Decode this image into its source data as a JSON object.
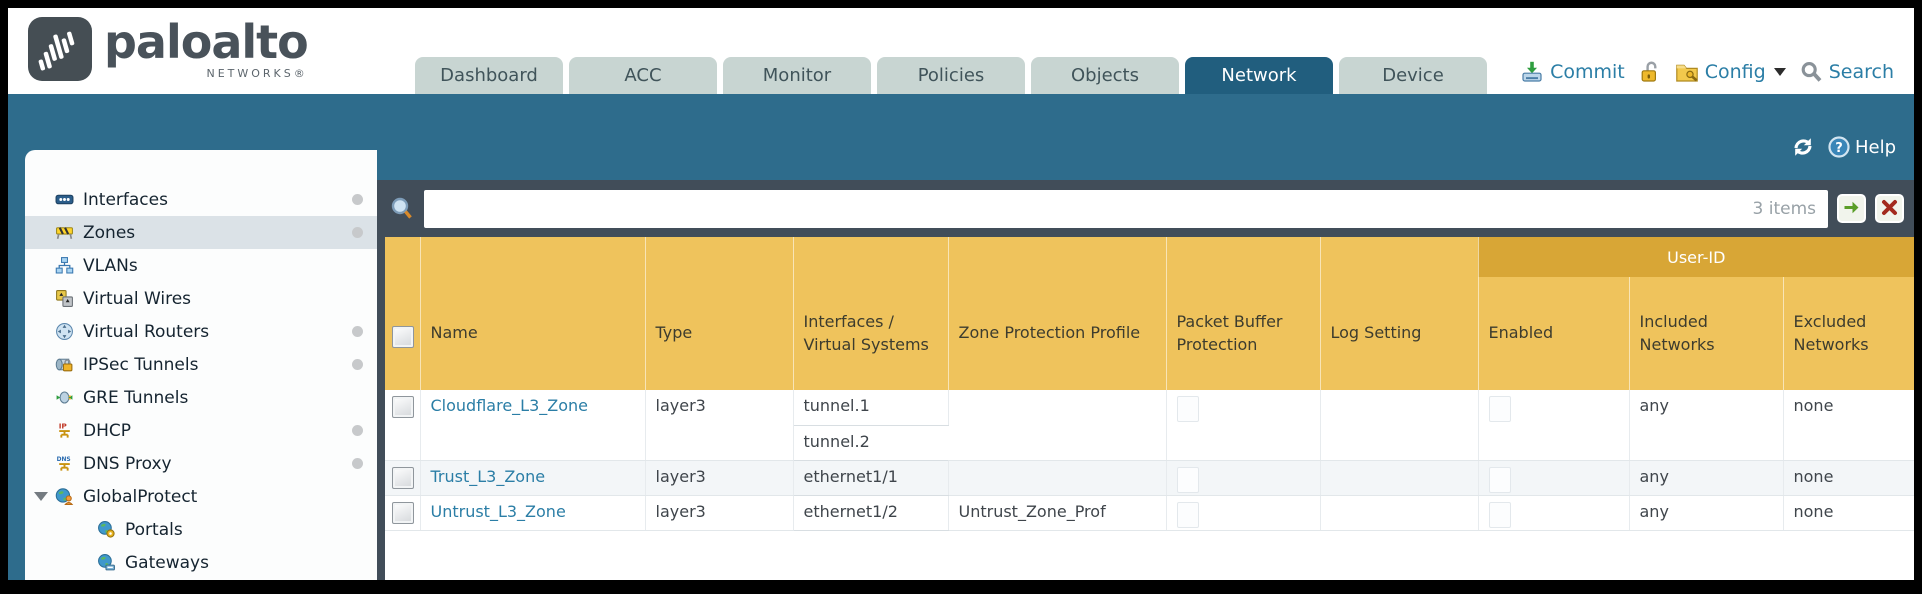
{
  "colors": {
    "teal": "#2e6c8c",
    "slate": "#414d59",
    "gold": "#efc35c",
    "gold-dark": "#d8a636",
    "tab-inactive": "#c8d5d2",
    "tab-active": "#215e7e",
    "link": "#2b7ea6",
    "selected-item": "#dbe2e7"
  },
  "brand": {
    "logo_icon": "paloalto-logo-icon",
    "name": "paloalto",
    "sub": "NETWORKS®"
  },
  "tabs": [
    {
      "label": "Dashboard",
      "active": false
    },
    {
      "label": "ACC",
      "active": false
    },
    {
      "label": "Monitor",
      "active": false
    },
    {
      "label": "Policies",
      "active": false
    },
    {
      "label": "Objects",
      "active": false
    },
    {
      "label": "Network",
      "active": true
    },
    {
      "label": "Device",
      "active": false
    }
  ],
  "header_actions": {
    "commit": {
      "icon": "commit-icon",
      "label": "Commit"
    },
    "lock": {
      "icon": "unlocked-padlock-icon"
    },
    "config": {
      "icon": "config-icon",
      "label": "Config",
      "dropdown_icon": "chevron-down-icon"
    },
    "search": {
      "icon": "search-icon",
      "label": "Search"
    }
  },
  "band": {
    "refresh_icon": "refresh-icon",
    "help_icon": "help-icon",
    "help_label": "Help"
  },
  "sidebar": {
    "items": [
      {
        "label": "Interfaces",
        "icon": "interfaces-icon",
        "dot": true,
        "selected": false,
        "indent": 0
      },
      {
        "label": "Zones",
        "icon": "zones-icon",
        "dot": true,
        "selected": true,
        "indent": 0
      },
      {
        "label": "VLANs",
        "icon": "vlans-icon",
        "dot": false,
        "selected": false,
        "indent": 0
      },
      {
        "label": "Virtual Wires",
        "icon": "virtual-wires-icon",
        "dot": false,
        "selected": false,
        "indent": 0
      },
      {
        "label": "Virtual Routers",
        "icon": "virtual-routers-icon",
        "dot": true,
        "selected": false,
        "indent": 0
      },
      {
        "label": "IPSec Tunnels",
        "icon": "ipsec-tunnels-icon",
        "dot": true,
        "selected": false,
        "indent": 0
      },
      {
        "label": "GRE Tunnels",
        "icon": "gre-tunnels-icon",
        "dot": false,
        "selected": false,
        "indent": 0
      },
      {
        "label": "DHCP",
        "icon": "dhcp-icon",
        "dot": true,
        "selected": false,
        "indent": 0
      },
      {
        "label": "DNS Proxy",
        "icon": "dns-proxy-icon",
        "dot": true,
        "selected": false,
        "indent": 0
      },
      {
        "label": "GlobalProtect",
        "icon": "globalprotect-icon",
        "dot": false,
        "selected": false,
        "indent": 0,
        "expanded": true
      },
      {
        "label": "Portals",
        "icon": "portals-icon",
        "dot": false,
        "selected": false,
        "indent": 1
      },
      {
        "label": "Gateways",
        "icon": "gateways-icon",
        "dot": false,
        "selected": false,
        "indent": 1
      }
    ]
  },
  "filter_bar": {
    "icon": "magnifier-icon",
    "value": "",
    "placeholder": "",
    "count": "3 items",
    "apply_icon": "apply-filter-arrow-icon",
    "clear_icon": "clear-filter-icon"
  },
  "table": {
    "group_header": "User-ID",
    "columns": [
      "Name",
      "Type",
      "Interfaces / Virtual Systems",
      "Zone Protection Profile",
      "Packet Buffer Protection",
      "Log Setting",
      "Enabled",
      "Included Networks",
      "Excluded Networks"
    ],
    "rows": [
      {
        "selected": false,
        "name": "Cloudflare_L3_Zone",
        "type": "layer3",
        "interfaces": [
          "tunnel.1",
          "tunnel.2"
        ],
        "zone_protection_profile": "",
        "packet_buffer_protection_checked": false,
        "log_setting": "",
        "user_id_enabled_checked": false,
        "included_networks": "any",
        "excluded_networks": "none"
      },
      {
        "selected": false,
        "name": "Trust_L3_Zone",
        "type": "layer3",
        "interfaces": [
          "ethernet1/1"
        ],
        "zone_protection_profile": "",
        "packet_buffer_protection_checked": false,
        "log_setting": "",
        "user_id_enabled_checked": false,
        "included_networks": "any",
        "excluded_networks": "none"
      },
      {
        "selected": false,
        "name": "Untrust_L3_Zone",
        "type": "layer3",
        "interfaces": [
          "ethernet1/2"
        ],
        "zone_protection_profile": "Untrust_Zone_Prof",
        "packet_buffer_protection_checked": false,
        "log_setting": "",
        "user_id_enabled_checked": false,
        "included_networks": "any",
        "excluded_networks": "none"
      }
    ]
  }
}
